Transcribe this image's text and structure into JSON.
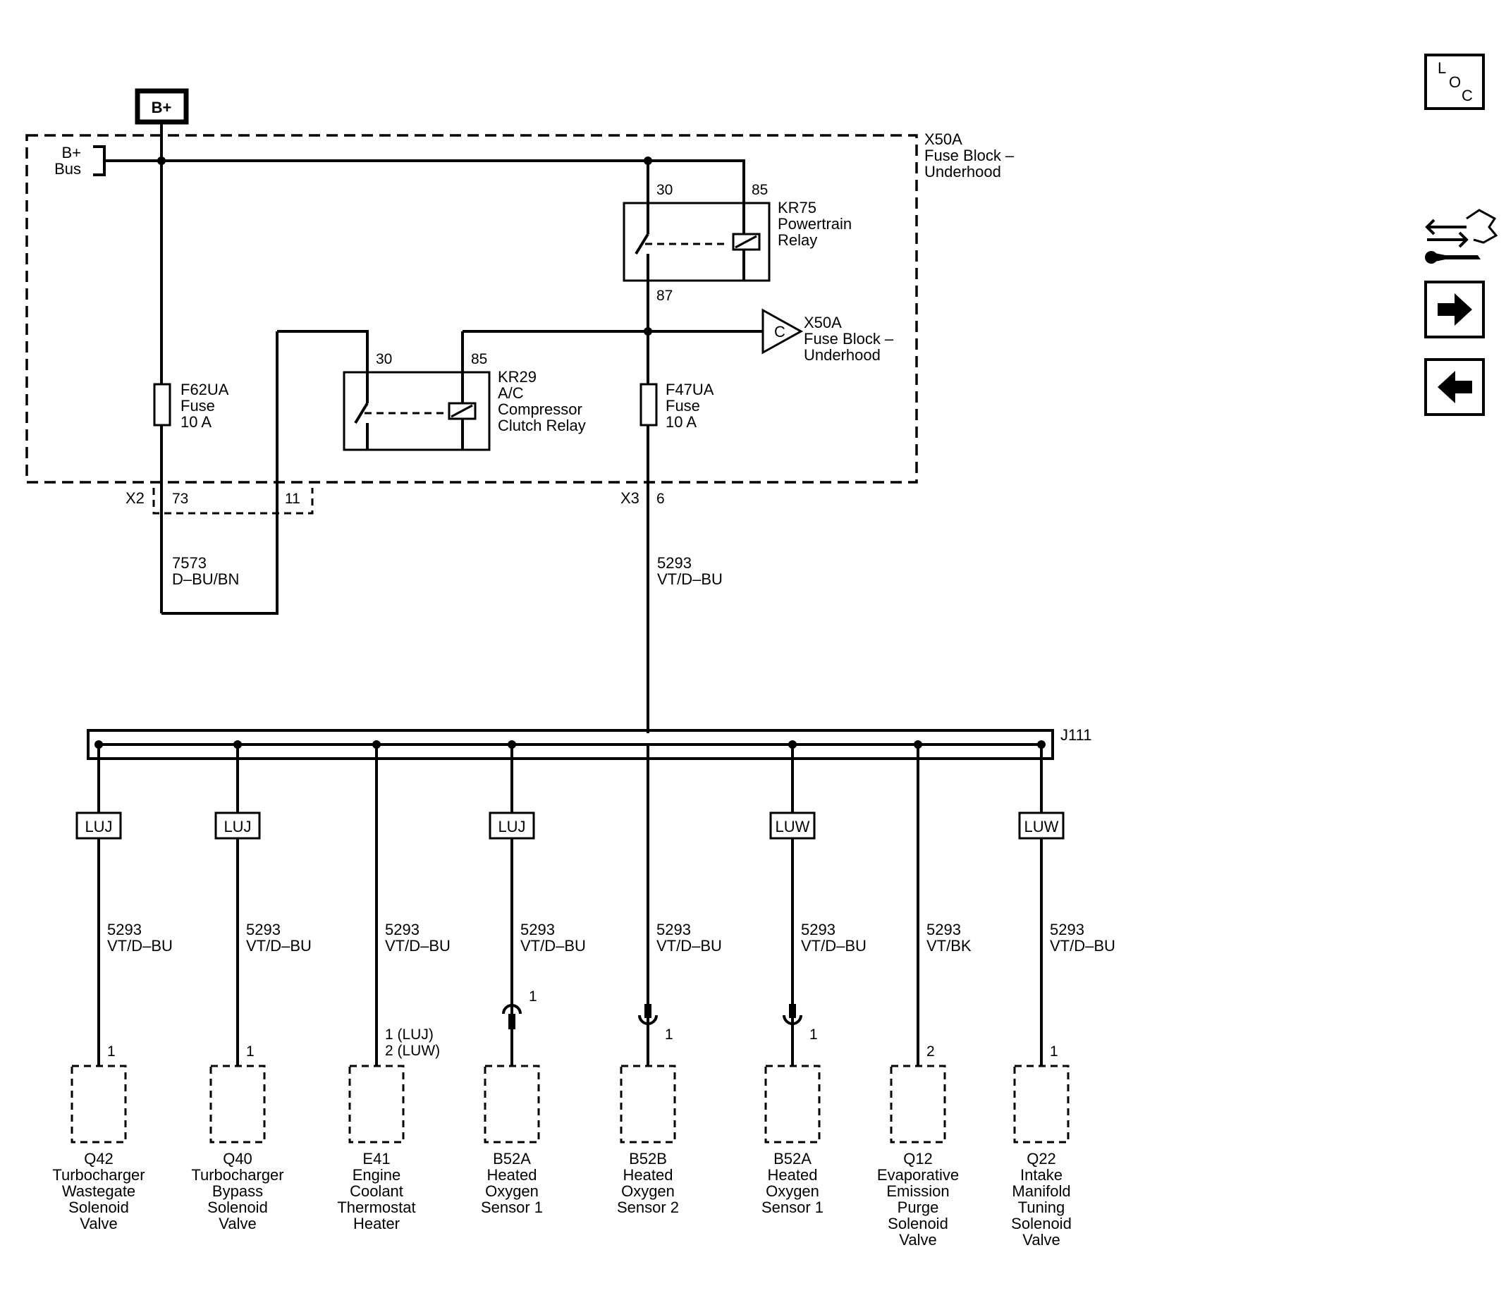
{
  "supply": {
    "bplus": "B+",
    "bus_line1": "B+",
    "bus_line2": "Bus"
  },
  "fuse_block": {
    "name": "X50A",
    "desc1": "Fuse Block –",
    "desc2": "Underhood"
  },
  "relay_kr75": {
    "name": "KR75",
    "desc1": "Powertrain",
    "desc2": "Relay",
    "pin_30": "30",
    "pin_85": "85",
    "pin_87": "87"
  },
  "relay_kr29": {
    "name": "KR29",
    "desc1": "A/C",
    "desc2": "Compressor",
    "desc3": "Clutch Relay",
    "pin_30": "30",
    "pin_85": "85"
  },
  "fuse_f62": {
    "name": "F62UA",
    "type": "Fuse",
    "rating": "10 A"
  },
  "fuse_f47": {
    "name": "F47UA",
    "type": "Fuse",
    "rating": "10 A"
  },
  "offpage": {
    "letter": "C",
    "name": "X50A",
    "desc1": "Fuse Block –",
    "desc2": "Underhood"
  },
  "connectors": {
    "x2": "X2",
    "x2_pin_a": "73",
    "x2_pin_b": "11",
    "x3": "X3",
    "x3_pin": "6"
  },
  "wire_7573": {
    "circuit": "7573",
    "color": "D–BU/BN"
  },
  "wire_main": {
    "circuit": "5293",
    "color": "VT/D–BU"
  },
  "splice": {
    "name": "J111"
  },
  "loads": [
    {
      "option": "LUJ",
      "circuit": "5293",
      "color": "VT/D–BU",
      "pin": "1",
      "pin2": "",
      "lines": [
        "Q42",
        "Turbocharger",
        "Wastegate",
        "Solenoid",
        "Valve"
      ]
    },
    {
      "option": "LUJ",
      "circuit": "5293",
      "color": "VT/D–BU",
      "pin": "1",
      "pin2": "",
      "lines": [
        "Q40",
        "Turbocharger",
        "Bypass",
        "Solenoid",
        "Valve"
      ]
    },
    {
      "option": "",
      "circuit": "5293",
      "color": "VT/D–BU",
      "pin": "1 (LUJ)",
      "pin2": "2 (LUW)",
      "lines": [
        "E41",
        "Engine",
        "Coolant",
        "Thermostat",
        "Heater"
      ]
    },
    {
      "option": "LUJ",
      "circuit": "5293",
      "color": "VT/D–BU",
      "pin": "1",
      "pin2": "",
      "lines": [
        "B52A",
        "Heated",
        "Oxygen",
        "Sensor 1"
      ]
    },
    {
      "option": "",
      "circuit": "5293",
      "color": "VT/D–BU",
      "pin": "1",
      "pin2": "",
      "lines": [
        "B52B",
        "Heated",
        "Oxygen",
        "Sensor 2"
      ]
    },
    {
      "option": "LUW",
      "circuit": "5293",
      "color": "VT/D–BU",
      "pin": "1",
      "pin2": "",
      "lines": [
        "B52A",
        "Heated",
        "Oxygen",
        "Sensor 1"
      ]
    },
    {
      "option": "",
      "circuit": "5293",
      "color": "VT/BK",
      "pin": "2",
      "pin2": "",
      "lines": [
        "Q12",
        "Evaporative",
        "Emission",
        "Purge",
        "Solenoid",
        "Valve"
      ]
    },
    {
      "option": "LUW",
      "circuit": "5293",
      "color": "VT/D–BU",
      "pin": "1",
      "pin2": "",
      "lines": [
        "Q22",
        "Intake",
        "Manifold",
        "Tuning",
        "Solenoid",
        "Valve"
      ]
    }
  ],
  "nav": {
    "loc_l": "L",
    "loc_o": "O",
    "loc_c": "C",
    "icons": [
      "location-icon",
      "component-connector-icon",
      "next-page-arrow-icon",
      "previous-page-arrow-icon"
    ]
  }
}
